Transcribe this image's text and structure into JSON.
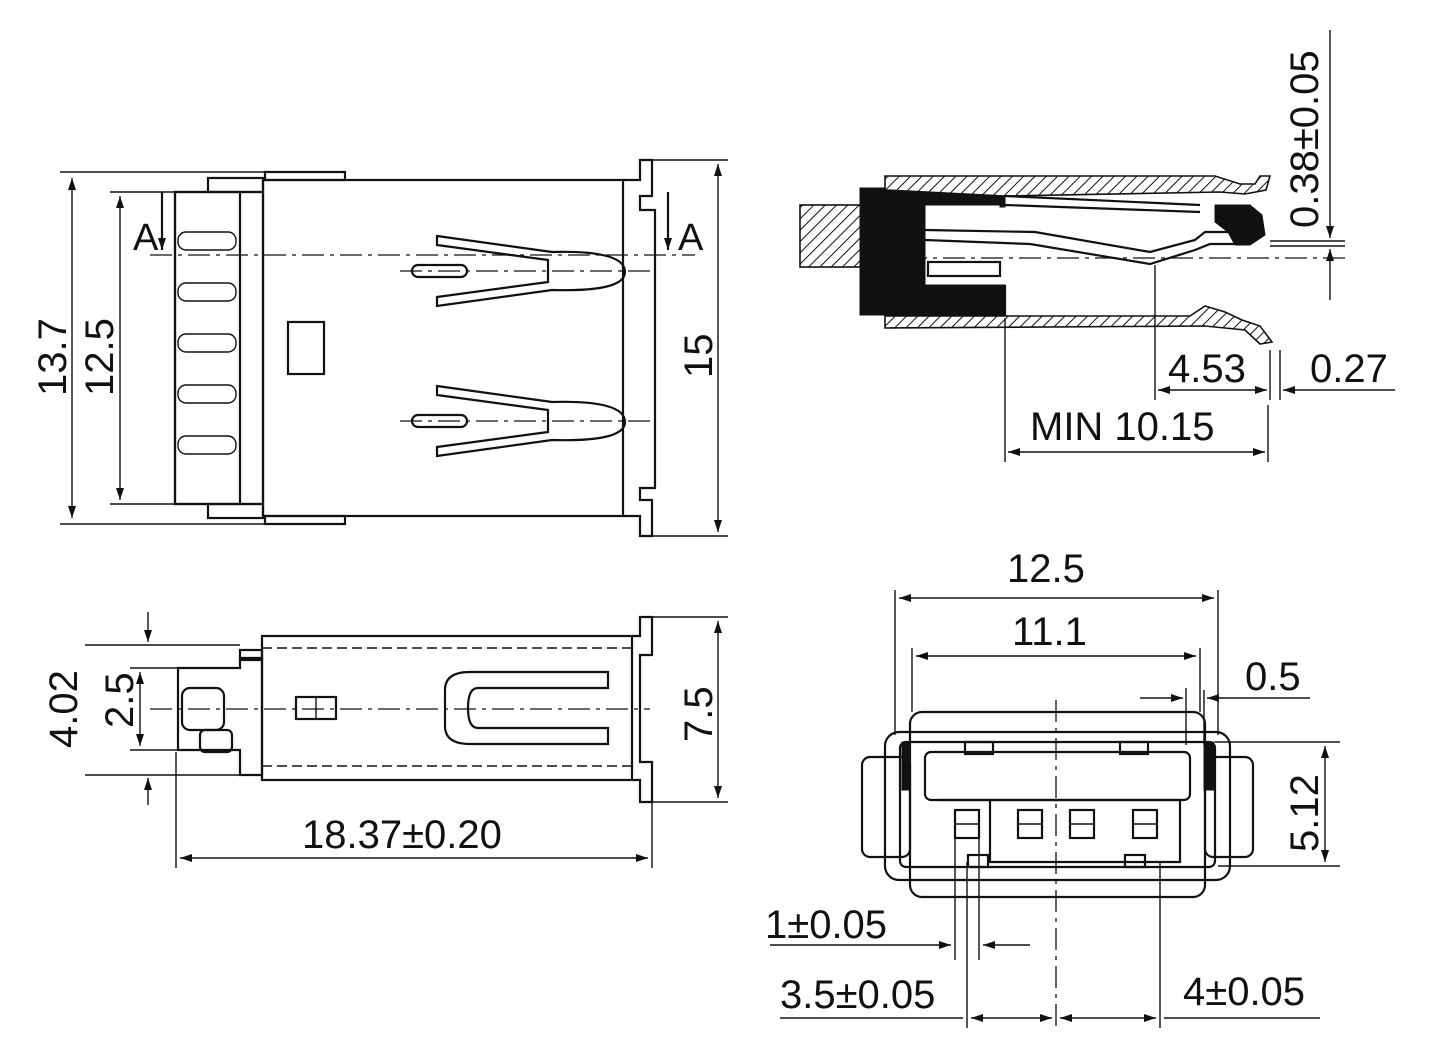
{
  "section_marks": {
    "left": "A",
    "right": "A"
  },
  "top_view": {
    "overall_height": "13.7",
    "body_height": "12.5",
    "shell_height": "15"
  },
  "section_view": {
    "thickness": "0.38±0.05",
    "offset_453": "4.53",
    "offset_027": "0.27",
    "min_length": "MIN 10.15"
  },
  "side_view": {
    "height_402": "4.02",
    "height_25": "2.5",
    "height_75": "7.5",
    "length": "18.37±0.20"
  },
  "front_view": {
    "width_125": "12.5",
    "width_111": "11.1",
    "gap_05": "0.5",
    "height_512": "5.12",
    "pitch_1": "1±0.05",
    "pitch_35": "3.5±0.05",
    "pitch_4": "4±0.05"
  }
}
